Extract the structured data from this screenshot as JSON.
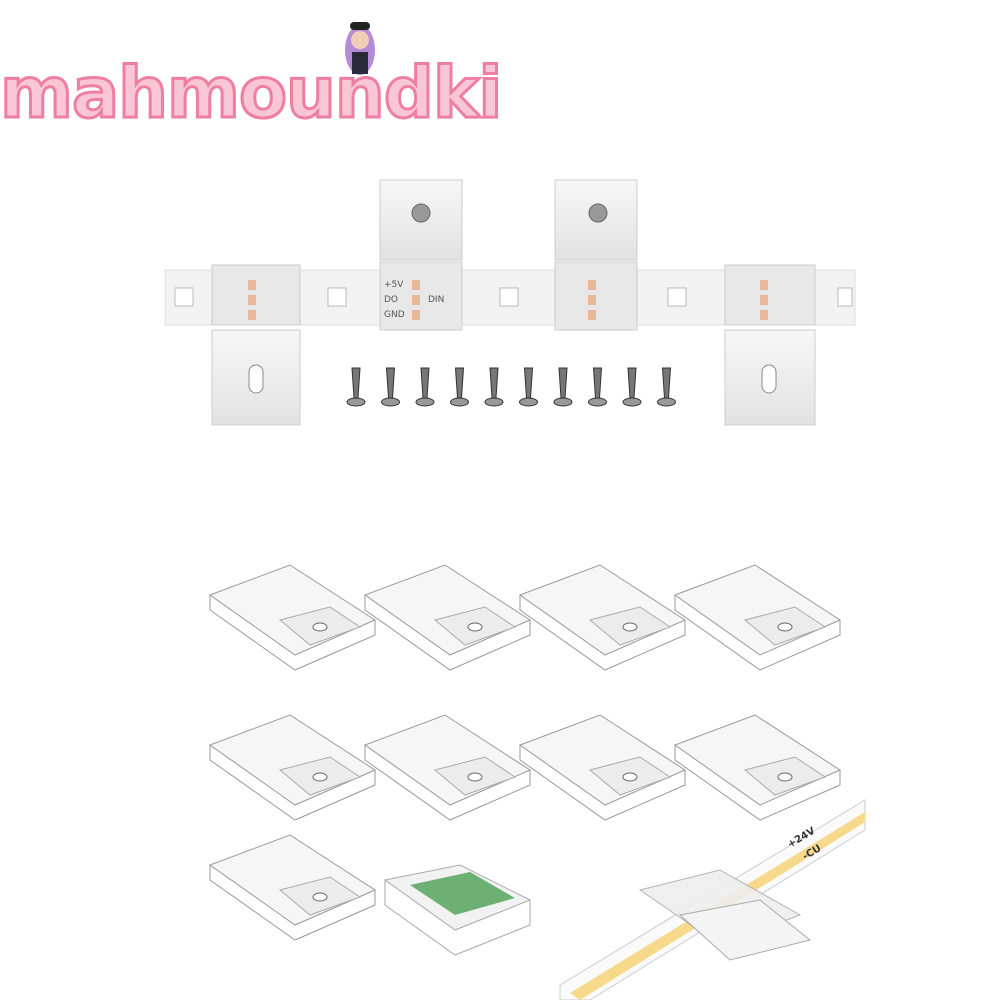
{
  "watermark": {
    "text": "mahmoundki",
    "color": "#f4a9c0",
    "figure": "girl-with-purple-hair-and-cap"
  },
  "product": {
    "strip_labels": [
      "+5V",
      "DO",
      "GND",
      "DIN"
    ],
    "cob_strip_labels": [
      "+24V",
      "-CU"
    ],
    "screw_count": 10,
    "clip_count": 9,
    "colors": {
      "clip": "#eeeeee",
      "strip": "#f4f4f4",
      "cob_led": "#f6d98a",
      "adhesive_green": "#3f9a4a"
    }
  }
}
